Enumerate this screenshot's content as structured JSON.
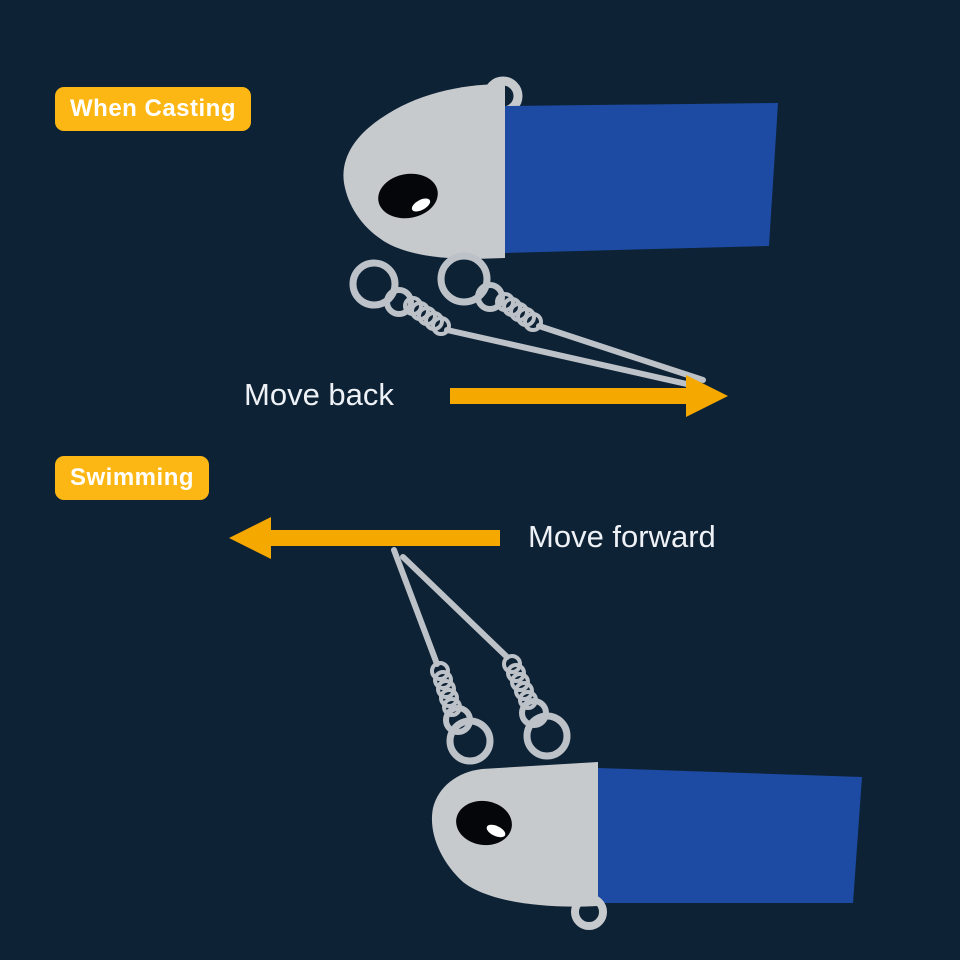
{
  "background": "#0d2235",
  "colors": {
    "badge_yellow": "#fdb714",
    "arrow_yellow": "#f5a800",
    "badge_text": "#ffffff",
    "instruction_text": "#eef1f5",
    "lure_body_blue": "#1d4ba3",
    "jig_head_gray": "#c7cacd",
    "wire_gray": "#bdc2c8",
    "eye_black": "#04060a",
    "eye_highlight": "#ffffff"
  },
  "sections": {
    "casting": {
      "badge": "When Casting",
      "instruction": "Move back",
      "arrow_direction": "right"
    },
    "swimming": {
      "badge": "Swimming",
      "instruction": "Move forward",
      "arrow_direction": "left"
    }
  }
}
